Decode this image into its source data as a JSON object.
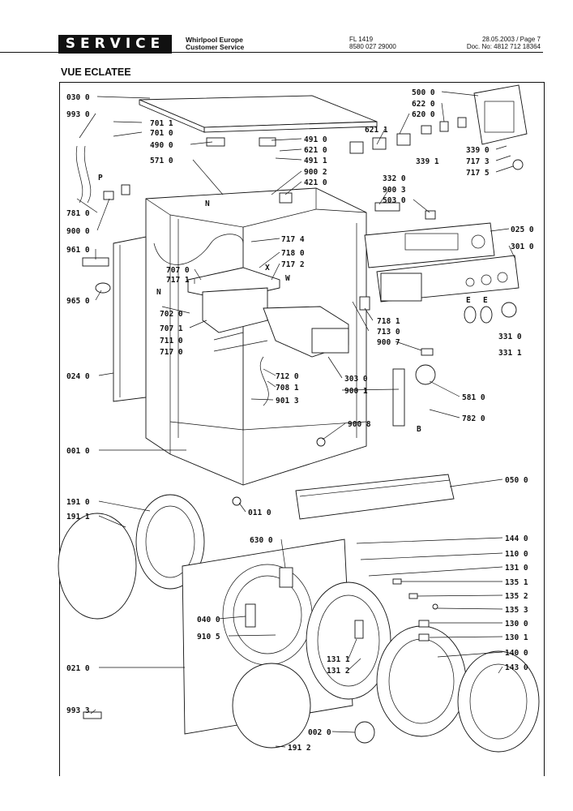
{
  "header": {
    "service_label": "SERVICE",
    "company": "Whirlpool Europe",
    "department": "Customer Service",
    "model": "FL 1419",
    "code": "8580 027 29000",
    "date_page": "28.05.2003 / Page 7",
    "doc_no": "Doc. No: 4812 712 18364"
  },
  "section_title": "VUE ECLATEE",
  "letters": {
    "P": "P",
    "N": "N",
    "X": "X",
    "W": "W",
    "E": "E",
    "B": "B"
  },
  "callouts": [
    "030 0",
    "993 0",
    "701 1",
    "701 0",
    "490 0",
    "491 0",
    "621 0",
    "491 1",
    "621 1",
    "620 0",
    "622 0",
    "500 0",
    "339 0",
    "717 3",
    "717 5",
    "339 1",
    "332 0",
    "900 3",
    "503 0",
    "571 0",
    "900 2",
    "421 0",
    "781 0",
    "900 0",
    "025 0",
    "301 0",
    "961 0",
    "717 4",
    "718 0",
    "717 2",
    "707 0",
    "717 1",
    "965 0",
    "702 0",
    "707 1",
    "711 0",
    "717 0",
    "718 1",
    "713 0",
    "900 7",
    "331 0",
    "331 1",
    "024 0",
    "712 0",
    "708 1",
    "901 3",
    "303 0",
    "900 1",
    "581 0",
    "782 0",
    "900 8",
    "001 0",
    "050 0",
    "191 0",
    "191 1",
    "011 0",
    "630 0",
    "144 0",
    "110 0",
    "131 0",
    "135 1",
    "135 2",
    "135 3",
    "130 0",
    "130 1",
    "040 0",
    "910 5",
    "140 0",
    "143 0",
    "131 1",
    "131 2",
    "021 0",
    "993 3",
    "002 0",
    "191 2"
  ]
}
